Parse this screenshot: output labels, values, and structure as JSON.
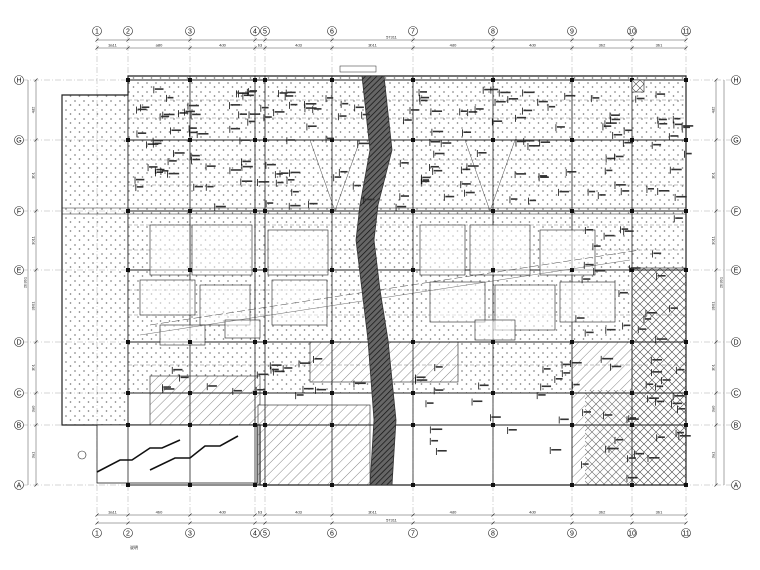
{
  "drawing": {
    "grid_columns": [
      "1",
      "2",
      "3",
      "4",
      "5",
      "6",
      "7",
      "8",
      "9",
      "10",
      "11"
    ],
    "grid_rows": [
      "H",
      "G",
      "F",
      "E",
      "D",
      "C",
      "B",
      "A"
    ],
    "top_dimensions": [
      "3a11",
      "a80",
      "4d0",
      "b3",
      "4d3",
      "3b11",
      "4d0",
      "4d0",
      "3b2",
      "3b1"
    ],
    "top_total": "57311",
    "bottom_dimensions": [
      "3a11",
      "4b0",
      "4d0",
      "b3",
      "4d3",
      "3b11",
      "4d0",
      "4d0",
      "3b2",
      "3b1"
    ],
    "bottom_total": "57311",
    "left_dimensions": [
      "4d2",
      "3b1",
      "3011",
      "3b01",
      "3b1",
      "3a0",
      "3a1"
    ],
    "left_total": "2b3b1",
    "right_dimensions": [
      "4d2",
      "3b1",
      "3011",
      "3b01",
      "3b1",
      "3a0",
      "3a1"
    ],
    "right_total": "2b3b1",
    "footnote": "说明"
  },
  "colors": {
    "line": "#222222",
    "hatch": "#555555",
    "background": "#ffffff",
    "wall": "#333333"
  }
}
